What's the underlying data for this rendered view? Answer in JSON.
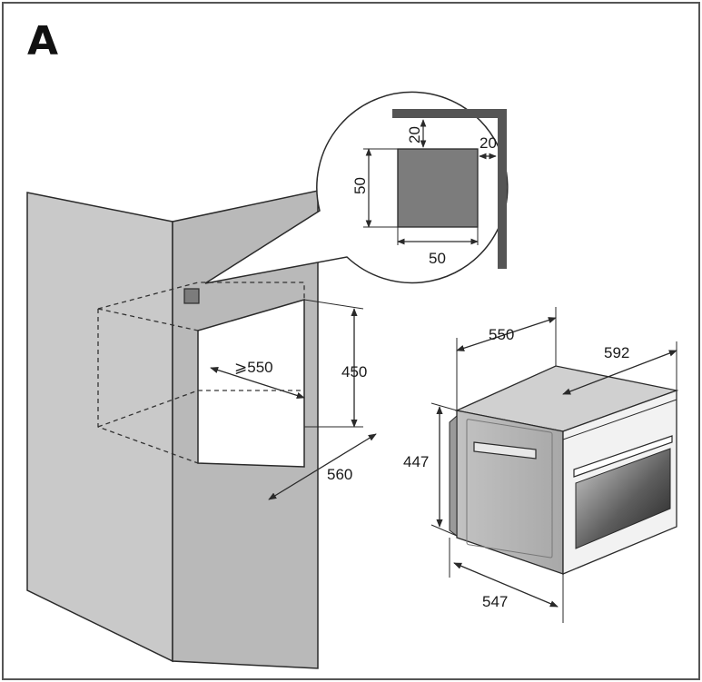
{
  "panel_label": "A",
  "cabinet": {
    "depth_min": "⩾550",
    "height": "450",
    "width": "560"
  },
  "detail": {
    "vent_height": "50",
    "vent_width": "50",
    "clearance_top": "20",
    "clearance_side": "20"
  },
  "oven": {
    "top_depth": "550",
    "front_width": "592",
    "height": "447",
    "body_depth": "547"
  },
  "colors": {
    "panel_fill": "#c9c9c9",
    "panel_fill_dark": "#b9b9b9",
    "vent_fill": "#7c7c7c",
    "line": "#2a2a2a"
  }
}
